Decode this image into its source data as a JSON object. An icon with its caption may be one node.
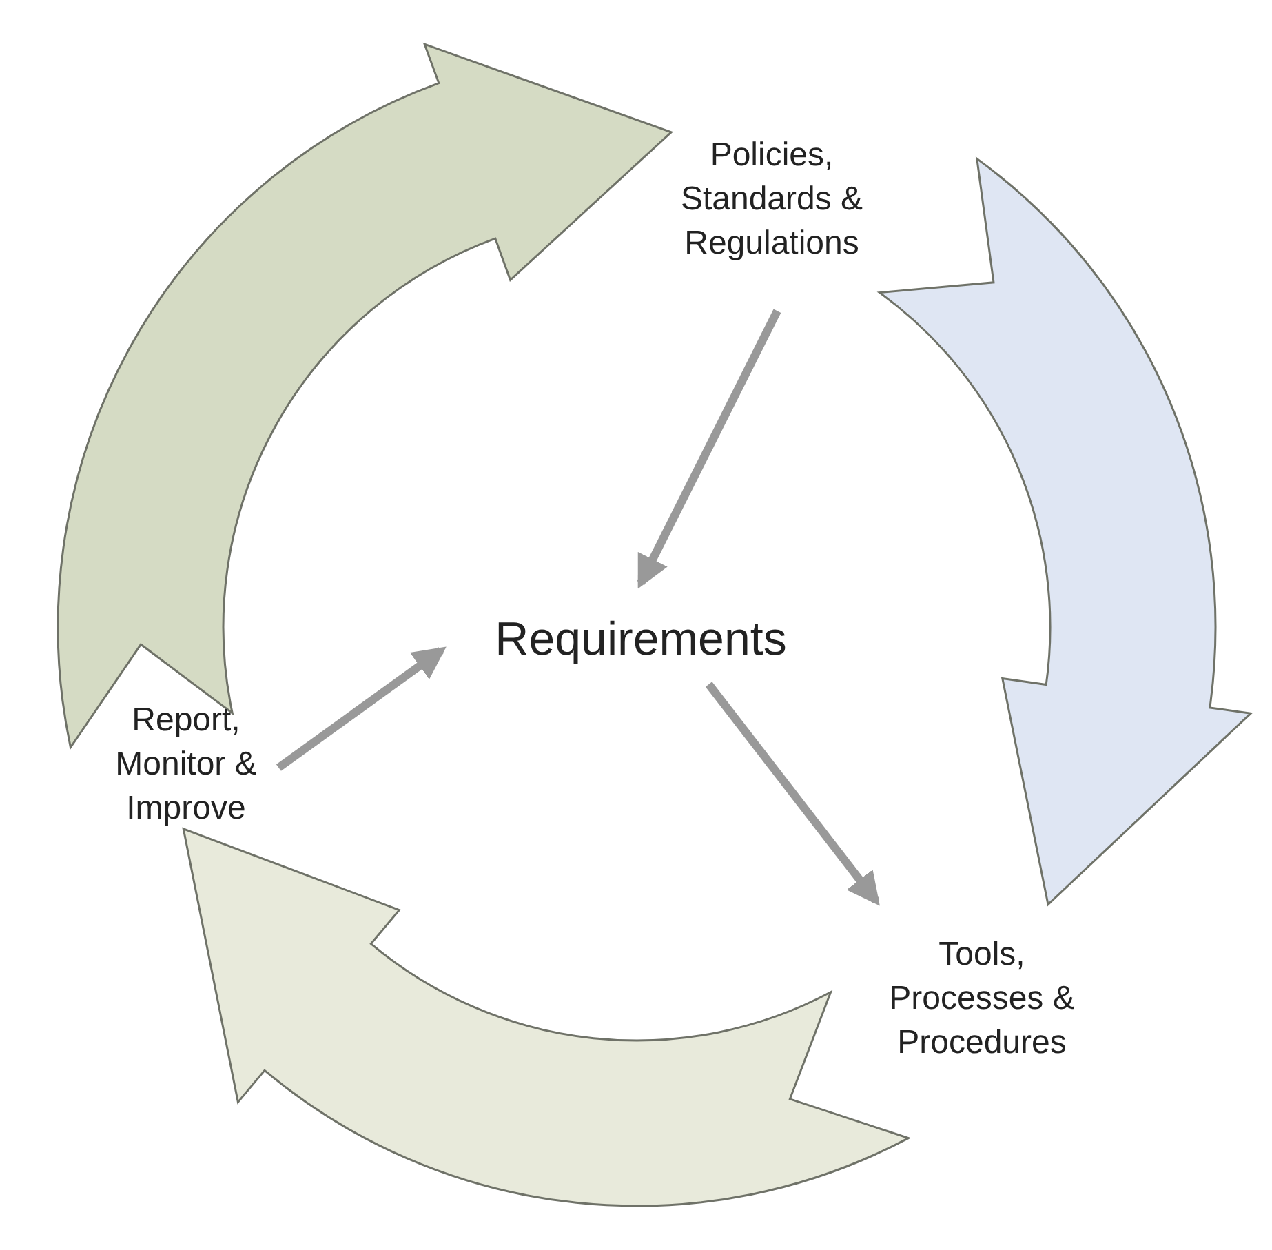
{
  "diagram": {
    "nodes": [
      {
        "text": [
          "Policies, Standards & Regulations"
        ]
      },
      {
        "text": [
          "Requirements"
        ]
      },
      {
        "text": [
          "Tools, Processes & Procedures"
        ]
      },
      {
        "text": [
          "Report, Monitor & Improve"
        ]
      }
    ],
    "edges": [
      {
        "from": 3,
        "to": 0,
        "arrow": "to",
        "style": "thick",
        "color": "#d5dbc4"
      },
      {
        "from": 0,
        "to": 2,
        "arrow": "to",
        "style": "thick",
        "color": "#dfe6f3"
      },
      {
        "from": 2,
        "to": 3,
        "arrow": "to",
        "style": "thick",
        "color": "#e8eadb"
      },
      {
        "from": 0,
        "to": 1,
        "arrow": "to"
      },
      {
        "from": 1,
        "to": 2,
        "arrow": "to"
      },
      {
        "from": 3,
        "to": 1,
        "arrow": "to"
      }
    ]
  }
}
